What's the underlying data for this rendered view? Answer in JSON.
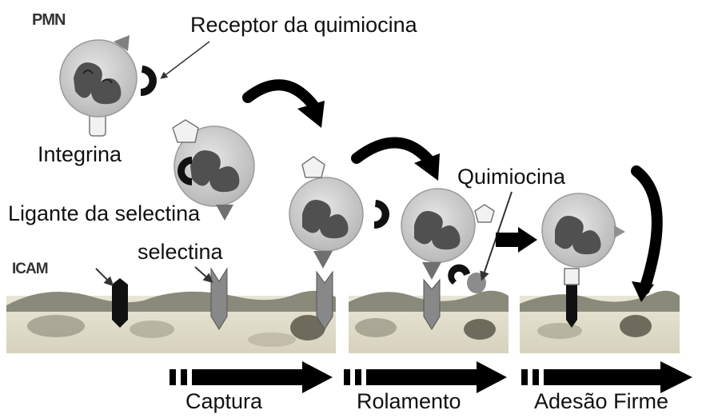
{
  "labels": {
    "pmn": "PMN",
    "chemokine_receptor": "Receptor da quimiocina",
    "integrin": "Integrina",
    "selectin_ligand": "Ligante da selectina",
    "selectin": "selectina",
    "icam": "ICAM",
    "chemokine": "Quimiocina"
  },
  "stages": [
    {
      "label": "Captura"
    },
    {
      "label": "Rolamento"
    },
    {
      "label": "Adesão Firme"
    }
  ],
  "colors": {
    "cell_body": "#d4d4d4",
    "nucleus": "#505050",
    "selectin": "#888888",
    "icam": "#111111",
    "endothelium": "#8a8a7a",
    "arrow": "#000000"
  }
}
